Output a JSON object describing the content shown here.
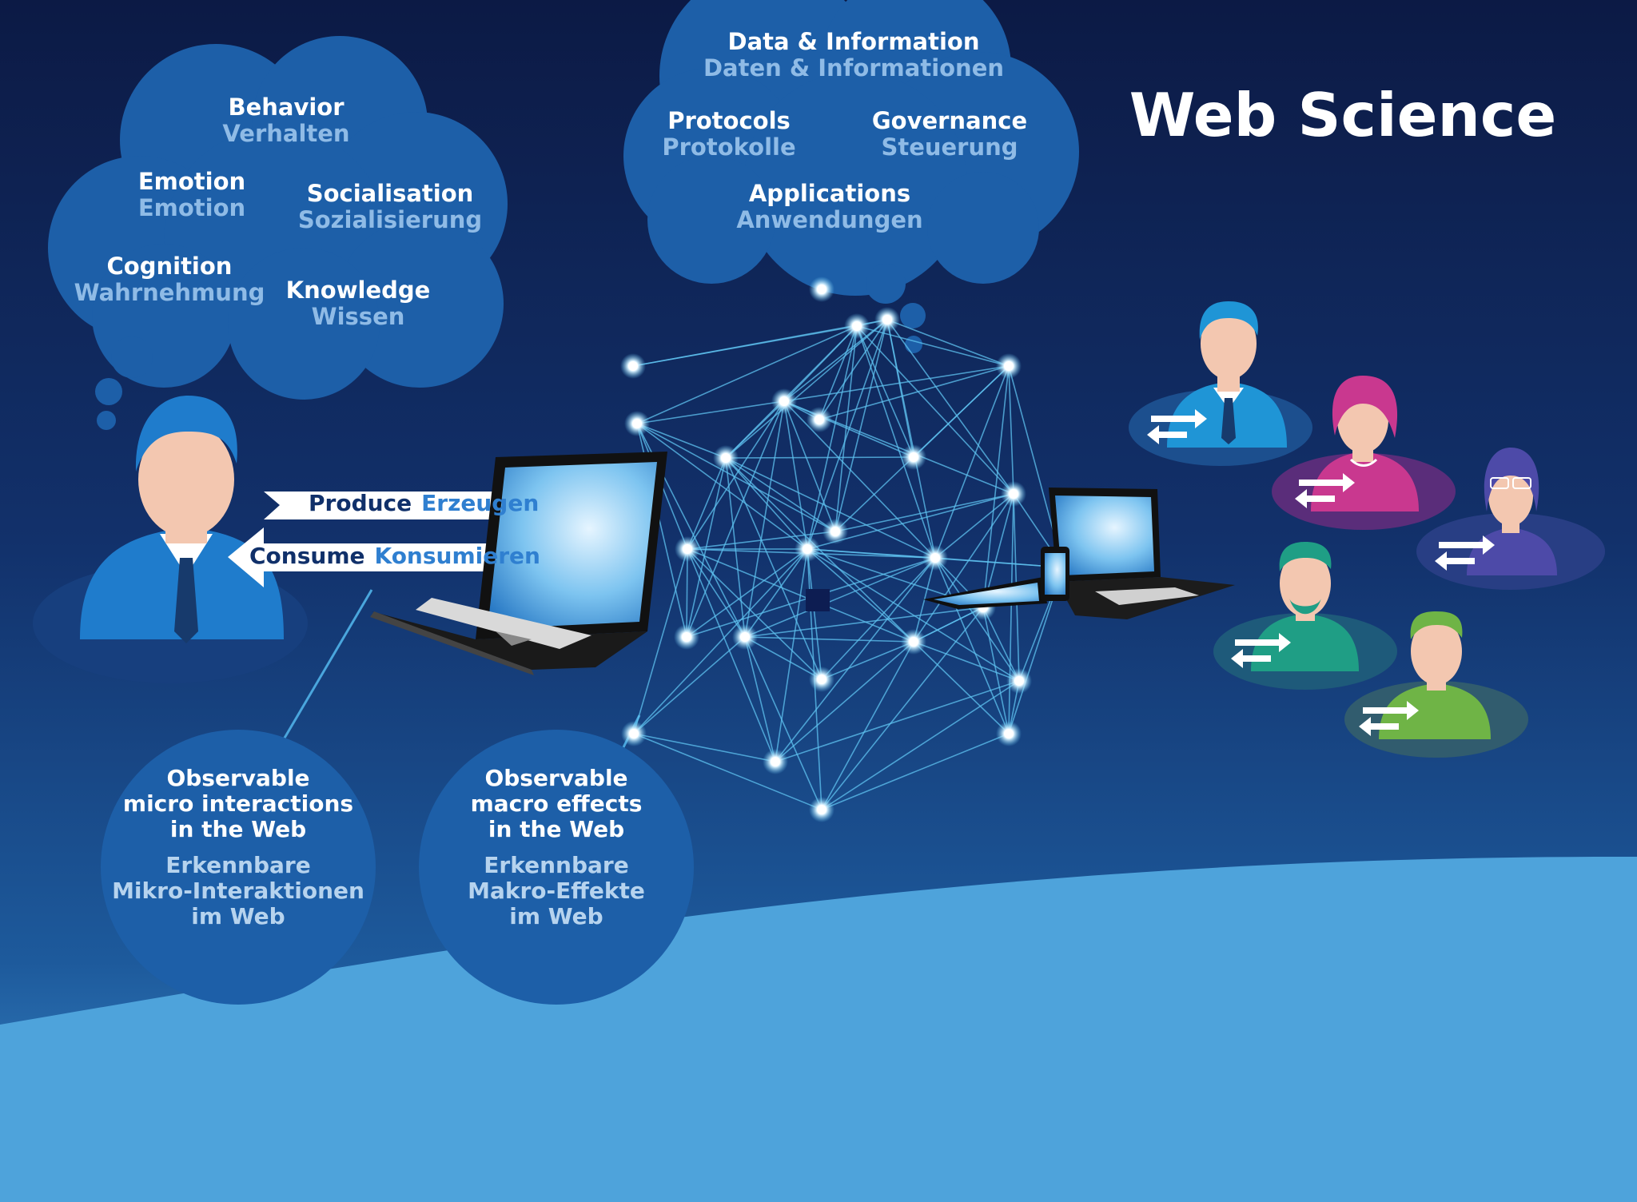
{
  "title": "Web Science",
  "thought_cloud_left": {
    "items": [
      {
        "en": "Behavior",
        "de": "Verhalten"
      },
      {
        "en": "Emotion",
        "de": "Emotion"
      },
      {
        "en": "Socialisation",
        "de": "Sozialisierung"
      },
      {
        "en": "Cognition",
        "de": "Wahrnehmung"
      },
      {
        "en": "Knowledge",
        "de": "Wissen"
      }
    ]
  },
  "thought_cloud_top": {
    "items": [
      {
        "en": "Data & Information",
        "de": "Daten & Informationen"
      },
      {
        "en": "Protocols",
        "de": "Protokolle"
      },
      {
        "en": "Governance",
        "de": "Steuerung"
      },
      {
        "en": "Applications",
        "de": "Anwendungen"
      }
    ]
  },
  "arrows": {
    "produce": {
      "en": "Produce",
      "de": "Erzeugen"
    },
    "consume": {
      "en": "Consume",
      "de": "Konsumieren"
    }
  },
  "circles": {
    "micro": {
      "en": [
        "Observable",
        "micro interactions",
        "in the Web"
      ],
      "de": [
        "Erkennbare",
        "Mikro-Interaktionen",
        "im Web"
      ]
    },
    "macro": {
      "en": [
        "Observable",
        "macro effects",
        "in the Web"
      ],
      "de": [
        "Erkennbare",
        "Makro-Effekte",
        "im Web"
      ]
    }
  },
  "colors": {
    "background_top": "#0d1b45",
    "background_mid": "#123a7a",
    "wave": "#4ea3db",
    "cloud": "#1d5fa8",
    "network": "#5fc3f0",
    "person_blue": "#1f7ccc",
    "person_magenta": "#c9388f",
    "person_purple": "#4d4aa8",
    "person_teal": "#1f9e85",
    "person_green": "#6fb446"
  },
  "icons": [
    "person-icon",
    "laptop-icon",
    "tablet-icon",
    "smartphone-icon",
    "exchange-arrows-icon",
    "network-graph"
  ]
}
